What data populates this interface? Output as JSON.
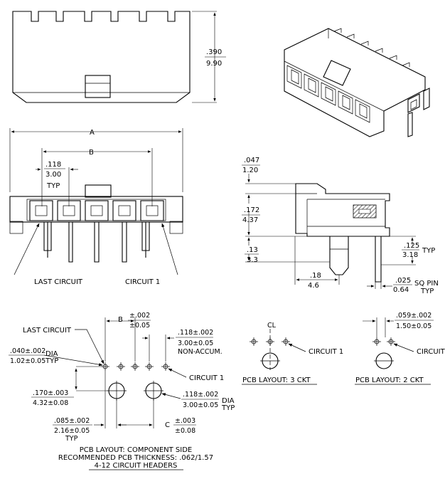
{
  "top_view": {
    "dim_in": ".390",
    "dim_mm": "9.90"
  },
  "front_view": {
    "dim_a": "A",
    "dim_b": "B",
    "pitch_in": ".118",
    "pitch_mm": "3.00",
    "pitch_note": "TYP",
    "last_circuit": "LAST CIRCUIT",
    "circuit_1": "CIRCUIT 1"
  },
  "side_view": {
    "d1_in": ".047",
    "d1_mm": "1.20",
    "d2_in": ".172",
    "d2_mm": "4.37",
    "d3_in": ".13",
    "d3_mm": "3.3",
    "d4_in": ".18",
    "d4_mm": "4.6",
    "d5_in": ".125",
    "d5_mm": "3.18",
    "d5_note": "TYP",
    "d6_in": ".025",
    "d6_mm": "0.64",
    "d6_note1": "SQ PIN",
    "d6_note2": "TYP"
  },
  "pcb_layout": {
    "last_circuit": "LAST CIRCUIT",
    "dim_b": "B",
    "b_tol_in": "±.002",
    "b_tol_mm": "±0.05",
    "hole_in": ".040±.002",
    "hole_mm": "1.02±0.05",
    "hole_note1": "DIA",
    "hole_note2": "TYP",
    "pitch_in": ".118±.002",
    "pitch_mm": "3.00±0.05",
    "pitch_note": "NON-ACCUM.",
    "circuit_1": "CIRCUIT 1",
    "row_in": ".170±.003",
    "row_mm": "4.32±0.08",
    "peg_in": ".118±.002",
    "peg_mm": "3.00±0.05",
    "peg_note1": "DIA",
    "peg_note2": "TYP",
    "edge_in": ".085±.002",
    "edge_mm": "2.16±0.05",
    "edge_note": "TYP",
    "dim_c": "C",
    "c_tol_in": "±.003",
    "c_tol_mm": "±0.08",
    "caption1": "PCB LAYOUT: COMPONENT SIDE",
    "caption2": "RECOMMENDED PCB THICKNESS: .062/1.57",
    "caption3": "4-12 CIRCUIT HEADERS"
  },
  "pcb_3ckt": {
    "cl": "CL",
    "circuit_1": "CIRCUIT 1",
    "caption": "PCB LAYOUT: 3 CKT"
  },
  "pcb_2ckt": {
    "pitch_in": ".059±.002",
    "pitch_mm": "1.50±0.05",
    "circuit": "CIRCUIT",
    "caption": "PCB LAYOUT: 2 CKT"
  }
}
